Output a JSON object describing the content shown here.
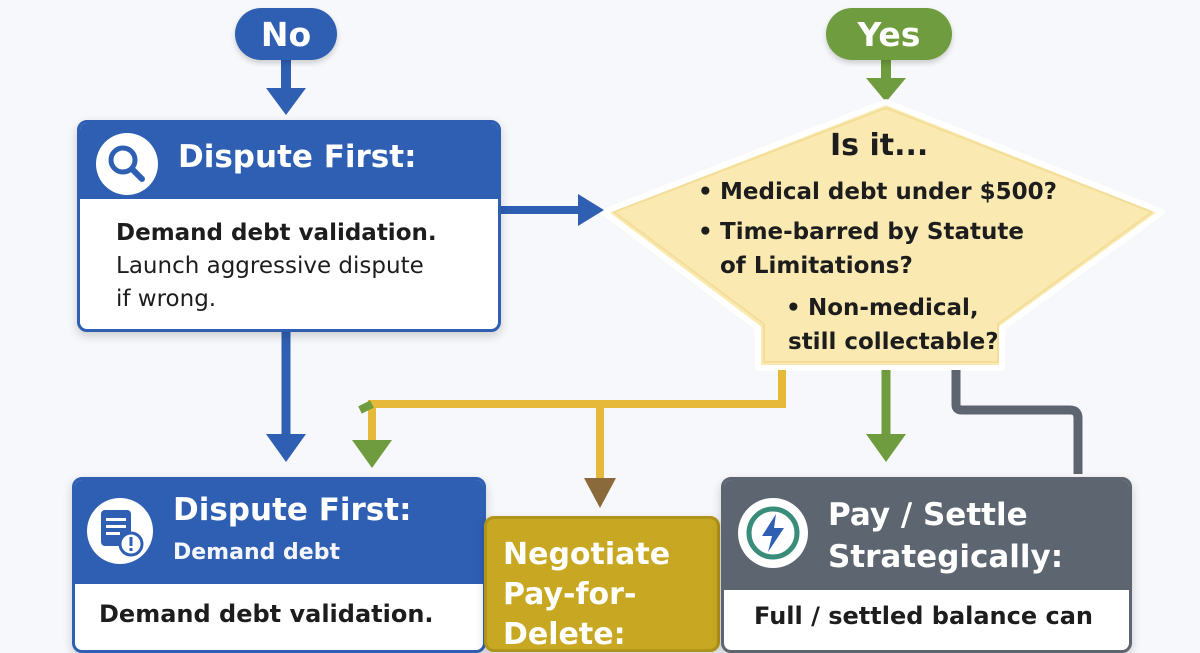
{
  "badges": {
    "no": "No",
    "yes": "Yes"
  },
  "dispute_first_top": {
    "title": "Dispute First:",
    "line1": "Demand debt validation.",
    "line2": "Launch aggressive dispute",
    "line3": "if wrong."
  },
  "decision": {
    "title": "Is it...",
    "bullets": [
      "Medical debt under $500?",
      "Time-barred by Statute",
      "of Limitations?",
      "Non-medical,",
      "still collectable?"
    ],
    "bullet_char": "•"
  },
  "dispute_first_bottom": {
    "title": "Dispute First:",
    "subtitle": "Demand debt",
    "body": "Demand debt validation."
  },
  "negotiate": {
    "title": "Negotiate\nPay-for-\nDelete:"
  },
  "pay_settle": {
    "title_line1": "Pay / Settle",
    "title_line2": "Strategically:",
    "body": "Full / settled balance can"
  },
  "colors": {
    "blue": "#2f5fb3",
    "green": "#6f9c3e",
    "gold": "#e6b93a",
    "decision_fill": "#faeab1",
    "gray": "#5d6570",
    "negotiate": "#c8a822"
  },
  "icons": [
    "magnifier-icon",
    "document-alert-icon",
    "lightning-icon"
  ]
}
